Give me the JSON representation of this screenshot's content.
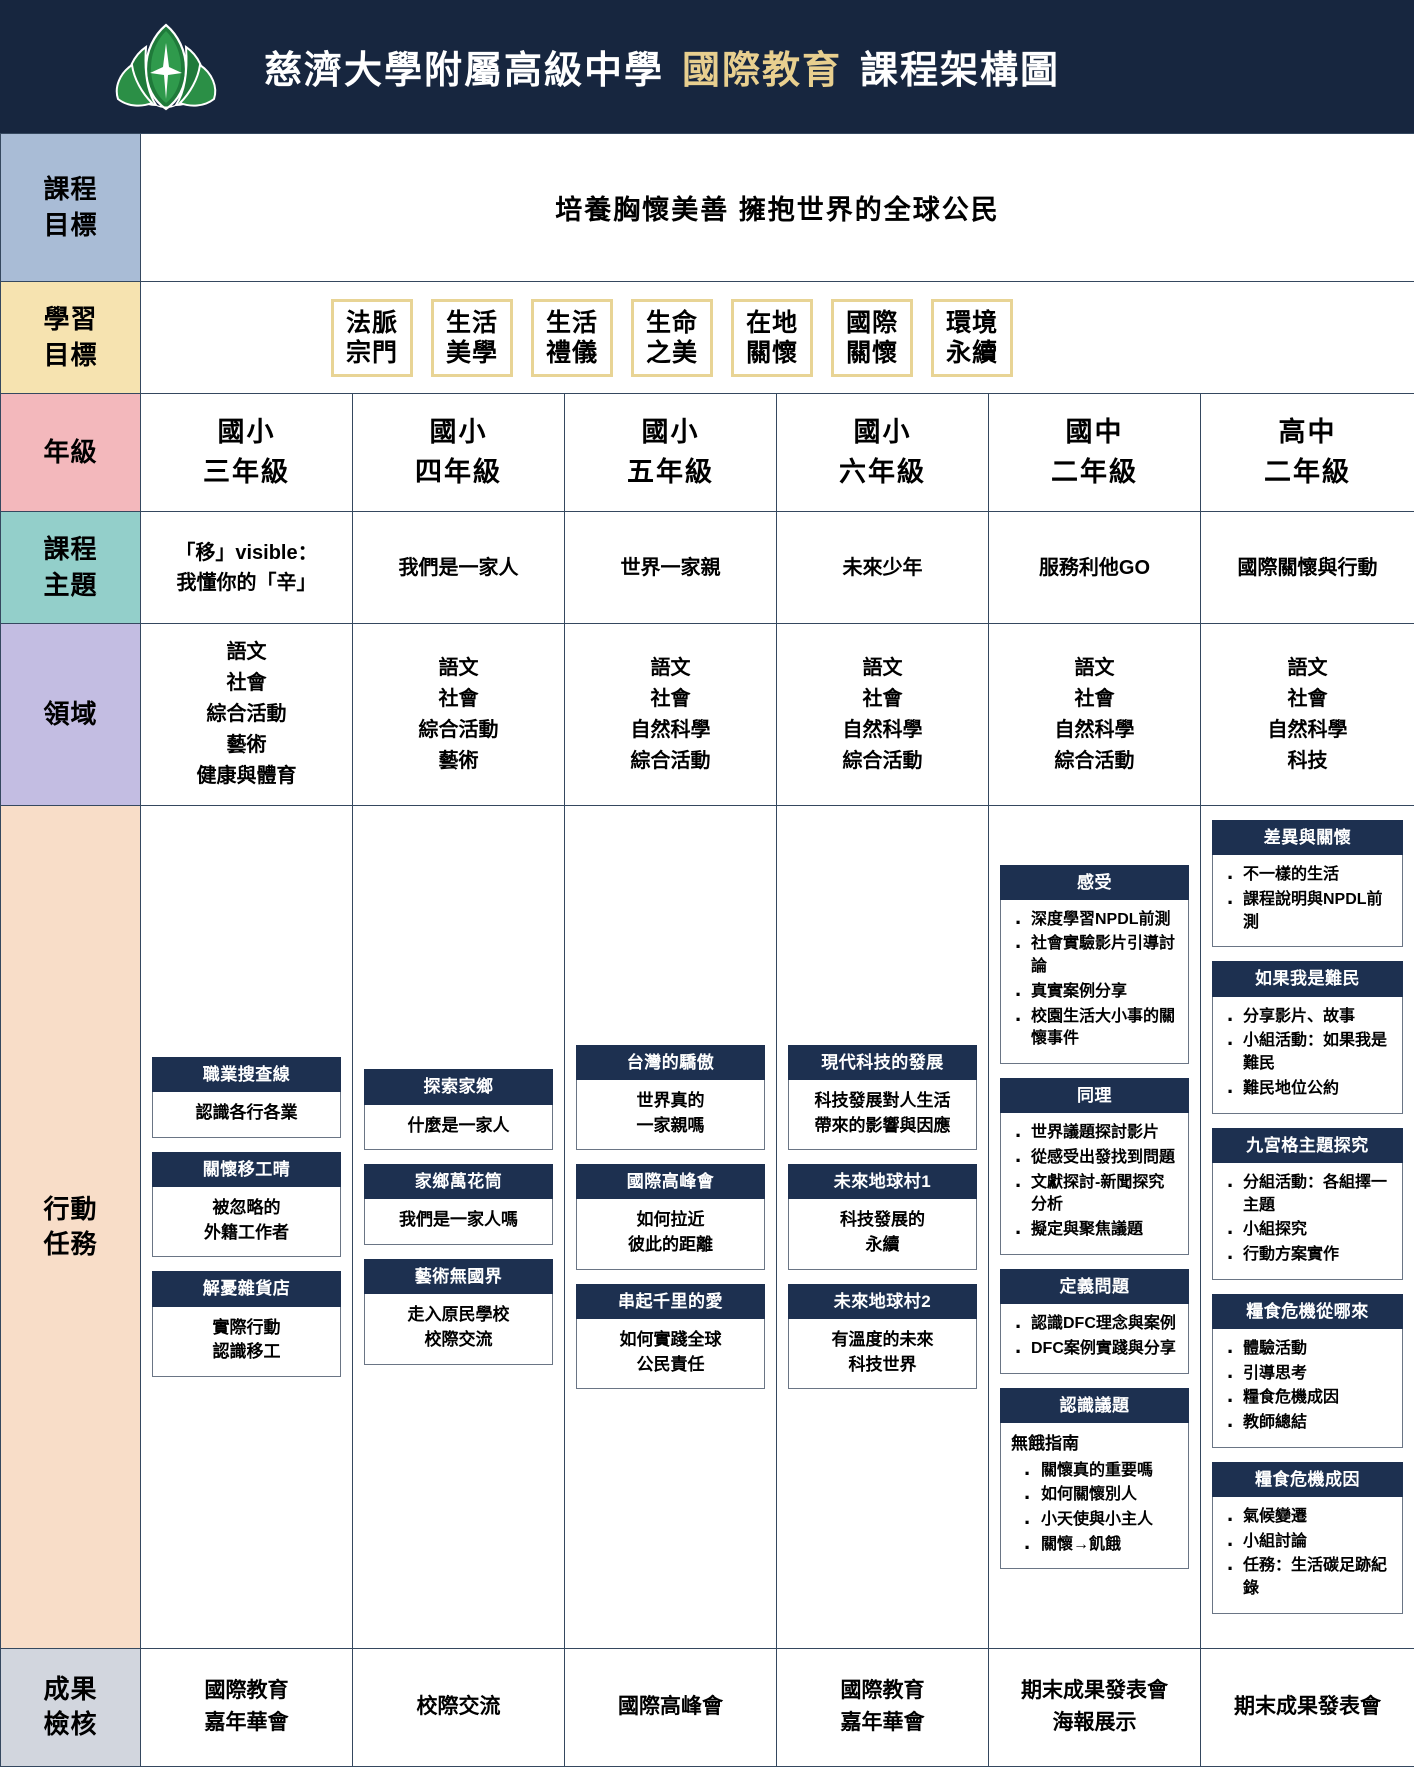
{
  "header": {
    "logo_icon": "tzu-chi-lotus-logo",
    "school_name": "慈濟大學附屬高級中學",
    "accent_text": "國際教育",
    "title_tail": "課程架構圖"
  },
  "colors": {
    "header_bg": "#17263f",
    "accent": "#e8cf8f",
    "card_head": "#1d3050",
    "row_goal": "#a9bcd6",
    "row_learning": "#f6e3b0",
    "row_grade": "#f3b8bc",
    "row_theme": "#93cfca",
    "row_domain": "#c3bde2",
    "row_action": "#f8ddc8",
    "row_result": "#d2d6de",
    "chip_border": "#e8d495"
  },
  "rows": {
    "goal": {
      "label": "課程\n目標",
      "value": "培養胸懷美善  擁抱世界的全球公民"
    },
    "learning": {
      "label": "學習\n目標",
      "chips": [
        "法脈\n宗門",
        "生活\n美學",
        "生活\n禮儀",
        "生命\n之美",
        "在地\n關懷",
        "國際\n關懷",
        "環境\n永續"
      ]
    },
    "grade": {
      "label": "年級",
      "values": [
        "國小\n三年級",
        "國小\n四年級",
        "國小\n五年級",
        "國小\n六年級",
        "國中\n二年級",
        "高中\n二年級"
      ]
    },
    "theme": {
      "label": "課程\n主題",
      "values": [
        "「移」visible：\n我懂你的「辛」",
        "我們是一家人",
        "世界一家親",
        "未來少年",
        "服務利他GO",
        "國際關懷與行動"
      ]
    },
    "domain": {
      "label": "領域",
      "values": [
        "語文\n社會\n綜合活動\n藝術\n健康與體育",
        "語文\n社會\n綜合活動\n藝術",
        "語文\n社會\n自然科學\n綜合活動",
        "語文\n社會\n自然科學\n綜合活動",
        "語文\n社會\n自然科學\n綜合活動",
        "語文\n社會\n自然科學\n科技"
      ]
    },
    "action": {
      "label": "行動\n任務",
      "columns": [
        {
          "cards": [
            {
              "head": "職業搜查線",
              "body": "認識各行各業"
            },
            {
              "head": "關懷移工晴",
              "body": "被忽略的\n外籍工作者"
            },
            {
              "head": "解憂雜貨店",
              "body": "實際行動\n認識移工"
            }
          ]
        },
        {
          "cards": [
            {
              "head": "探索家鄉",
              "body": "什麼是一家人"
            },
            {
              "head": "家鄉萬花筒",
              "body": "我們是一家人嗎"
            },
            {
              "head": "藝術無國界",
              "body": "走入原民學校\n校際交流"
            }
          ]
        },
        {
          "cards": [
            {
              "head": "台灣的驕傲",
              "body": "世界真的\n一家親嗎"
            },
            {
              "head": "國際高峰會",
              "body": "如何拉近\n彼此的距離"
            },
            {
              "head": "串起千里的愛",
              "body": "如何實踐全球\n公民責任"
            }
          ]
        },
        {
          "cards": [
            {
              "head": "現代科技的發展",
              "body": "科技發展對人生活\n帶來的影響與因應"
            },
            {
              "head": "未來地球村1",
              "body": "科技發展的\n永續"
            },
            {
              "head": "未來地球村2",
              "body": "有溫度的未來\n科技世界"
            }
          ]
        },
        {
          "cards": [
            {
              "head": "感受",
              "bullets": [
                "深度學習NPDL前測",
                "社會實驗影片引導討論",
                "真實案例分享",
                "校園生活大小事的關懷事件"
              ]
            },
            {
              "head": "同理",
              "bullets": [
                "世界議題探討影片",
                "從感受出發找到問題",
                "文獻探討-新聞探究分析",
                "擬定與聚焦議題"
              ]
            },
            {
              "head": "定義問題",
              "bullets": [
                "認識DFC理念與案例",
                "DFC案例實踐與分享"
              ]
            },
            {
              "head": "認識議題",
              "subtitle": "無餓指南",
              "bullets": [
                "關懷真的重要嗎",
                "如何關懷別人",
                "小天使與小主人",
                "關懷→飢餓"
              ]
            }
          ]
        },
        {
          "cards": [
            {
              "head": "差異與關懷",
              "bullets": [
                "不一樣的生活",
                "課程說明與NPDL前測"
              ]
            },
            {
              "head": "如果我是難民",
              "bullets": [
                "分享影片、故事",
                "小組活動：如果我是難民",
                "難民地位公約"
              ]
            },
            {
              "head": "九宮格主題探究",
              "bullets": [
                "分組活動：各組擇一主題",
                "小組探究",
                "行動方案實作"
              ]
            },
            {
              "head": "糧食危機從哪來",
              "bullets": [
                "體驗活動",
                "引導思考",
                "糧食危機成因",
                "教師總結"
              ]
            },
            {
              "head": "糧食危機成因",
              "bullets": [
                "氣候變遷",
                "小組討論",
                "任務：生活碳足跡紀錄"
              ]
            }
          ]
        }
      ]
    },
    "result": {
      "label": "成果\n檢核",
      "values": [
        "國際教育\n嘉年華會",
        "校際交流",
        "國際高峰會",
        "國際教育\n嘉年華會",
        "期末成果發表會\n海報展示",
        "期末成果發表會"
      ]
    }
  }
}
